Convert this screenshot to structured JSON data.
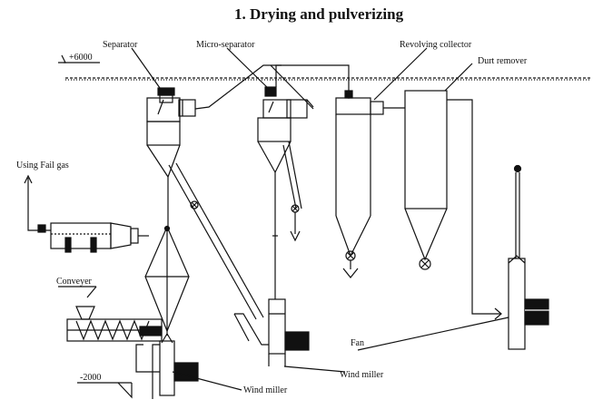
{
  "title": "1.  Drying and pulverizing",
  "levels": {
    "top": "+6000",
    "bottom": "-2000"
  },
  "labels": {
    "separator": "Separator",
    "micro_separator": "Micro-separator",
    "revolving_collector": "Revolving collector",
    "dust_remover": "Durt remover",
    "using_fail_gas": "Using Fail gas",
    "conveyer": "Conveyer",
    "fan": "Fan",
    "wind_miller_1": "Wind miller",
    "wind_miller_2": "Wind miller"
  }
}
